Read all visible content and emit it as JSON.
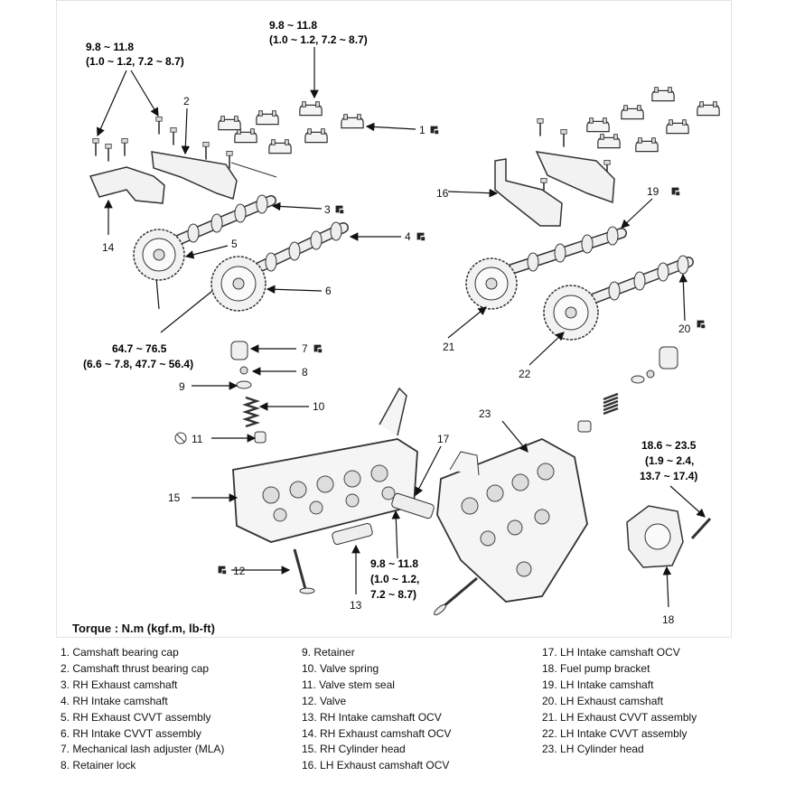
{
  "torque_specs": {
    "top_left": [
      "9.8 ~ 11.8",
      "(1.0 ~ 1.2, 7.2 ~ 8.7)"
    ],
    "top_center": [
      "9.8 ~ 11.8",
      "(1.0 ~ 1.2, 7.2 ~ 8.7)"
    ],
    "cvvt": [
      "64.7 ~ 76.5",
      "(6.6 ~ 7.8, 47.7 ~ 56.4)"
    ],
    "ocv": [
      "9.8 ~ 11.8",
      "(1.0 ~ 1.2,",
      "7.2 ~ 8.7)"
    ],
    "fuel_pump": [
      "18.6 ~ 23.5",
      "(1.9 ~ 2.4,",
      "13.7 ~ 17.4)"
    ]
  },
  "callouts": [
    "1",
    "2",
    "3",
    "4",
    "5",
    "6",
    "7",
    "8",
    "9",
    "10",
    "11",
    "12",
    "13",
    "14",
    "15",
    "16",
    "17",
    "18",
    "19",
    "20",
    "21",
    "22",
    "23"
  ],
  "torque_unit_label": "Torque : N.m (kgf.m, lb-ft)",
  "legend": {
    "col1": [
      "1. Camshaft bearing cap",
      "2. Camshaft thrust bearing cap",
      "3. RH Exhaust camshaft",
      "4. RH Intake camshaft",
      "5. RH Exhaust CVVT assembly",
      "6. RH Intake CVVT assembly",
      "7. Mechanical lash adjuster (MLA)",
      "8. Retainer lock"
    ],
    "col2": [
      "9. Retainer",
      "10. Valve spring",
      "11. Valve stem seal",
      "12. Valve",
      "13. RH Intake camshaft OCV",
      "14. RH Exhaust camshaft OCV",
      "15. RH Cylinder head",
      "16. LH Exhaust camshaft OCV"
    ],
    "col3": [
      "17. LH Intake camshaft OCV",
      "18. Fuel pump bracket",
      "19. LH Intake camshaft",
      "20. LH Exhaust camshaft",
      "21. LH Exhaust CVVT assembly",
      "22. LH Intake CVVT assembly",
      "23. LH Cylinder head"
    ]
  }
}
